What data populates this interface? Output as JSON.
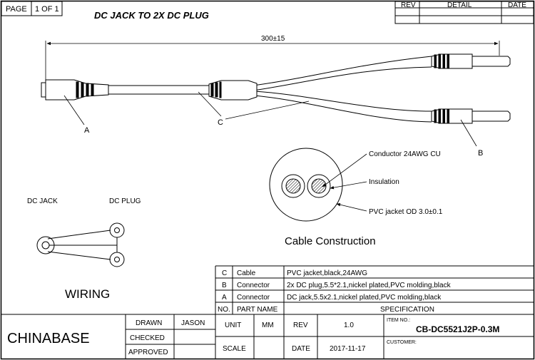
{
  "page": {
    "label": "PAGE",
    "value": "1 OF 1"
  },
  "title": "DC JACK TO 2X DC PLUG",
  "revision_block": {
    "headers": [
      "REV",
      "DETAIL",
      "DATE"
    ]
  },
  "dimension": "300±15",
  "callouts": {
    "a": "A",
    "b": "B",
    "c": "C"
  },
  "cable_construction": {
    "title": "Cable Construction",
    "conductor": "Conductor 24AWG CU",
    "insulation": "Insulation",
    "jacket": "PVC jacket OD 3.0±0.1"
  },
  "wiring": {
    "title": "WIRING",
    "jack_label": "DC JACK",
    "plug_label": "DC PLUG"
  },
  "bom": {
    "headers": {
      "no": "NO.",
      "part_name": "PART NAME",
      "specification": "SPECIFICATION"
    },
    "rows": [
      {
        "no": "C",
        "part": "Cable",
        "spec": "PVC jacket,black,24AWG"
      },
      {
        "no": "B",
        "part": "Connector",
        "spec": "2x DC plug,5.5*2.1,nickel plated,PVC molding,black"
      },
      {
        "no": "A",
        "part": "Connector",
        "spec": "DC jack,5.5x2.1,nickel plated,PVC molding,black"
      }
    ]
  },
  "title_block": {
    "company": "CHINABASE",
    "drawn_label": "DRAWN",
    "drawn_value": "JASON",
    "checked_label": "CHECKED",
    "checked_value": "",
    "approved_label": "APPROVED",
    "approved_value": "",
    "unit_label": "UNIT",
    "unit_value": "MM",
    "scale_label": "SCALE",
    "scale_value": "",
    "rev_label": "REV",
    "rev_value": "1.0",
    "date_label": "DATE",
    "date_value": "2017-11-17",
    "item_no_label": "ITEM NO.:",
    "item_no_value": "CB-DC5521J2P-0.3M",
    "customer_label": "CUSTOMER:",
    "customer_value": ""
  }
}
